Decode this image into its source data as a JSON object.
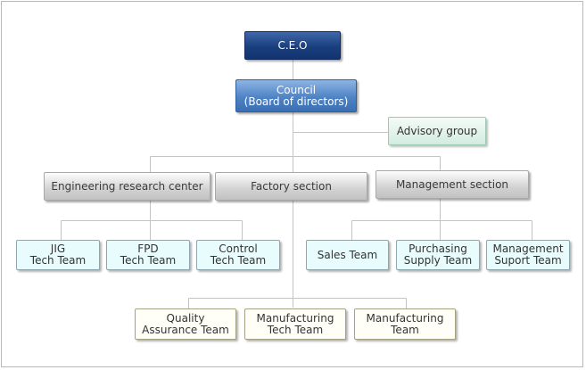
{
  "chart": {
    "nodes": {
      "ceo": "C.E.O",
      "council": "Council\n(Board of directors)",
      "advisory": "Advisory group",
      "engineering": "Engineering research center",
      "factory": "Factory section",
      "management": "Management section",
      "jig": "JIG\nTech Team",
      "fpd": "FPD\nTech Team",
      "control": "Control\nTech Team",
      "sales": "Sales Team",
      "purchasing": "Purchasing\nSupply Team",
      "mgmt_support": "Management\nSuport Team",
      "quality": "Quality\nAssurance Team",
      "mfg_tech": "Manufacturing\nTech Team",
      "mfg_team": "Manufacturing\nTeam"
    },
    "colors": {
      "connector": "#c4c4c4"
    }
  }
}
